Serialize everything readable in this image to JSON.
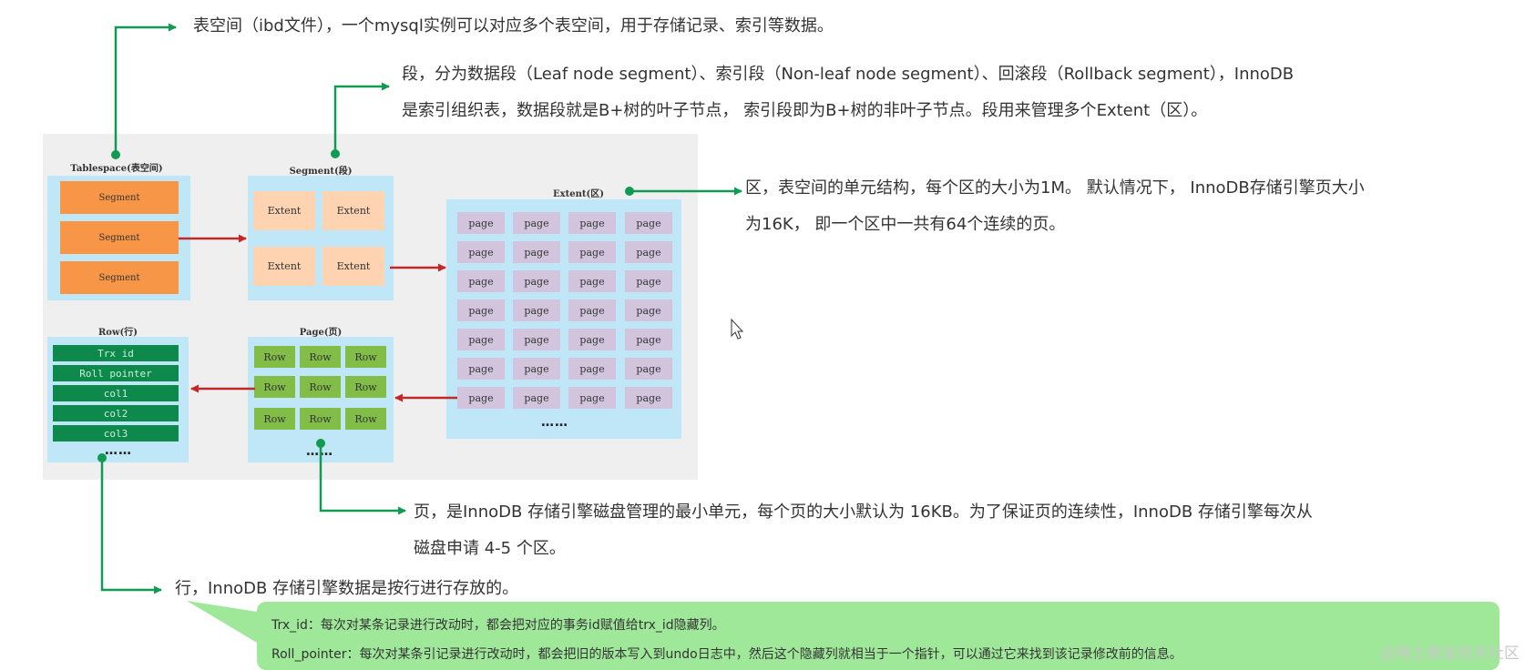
{
  "diagram": {
    "tablespace": {
      "title": "Tablespace(表空间)",
      "segments": [
        "Segment",
        "Segment",
        "Segment"
      ]
    },
    "segment": {
      "title": "Segment(段)",
      "extents": [
        "Extent",
        "Extent",
        "Extent",
        "Extent"
      ]
    },
    "extent": {
      "title": "Extent(区)",
      "page_label": "page",
      "dots": "……"
    },
    "page": {
      "title": "Page(页)",
      "row_label": "Row",
      "dots": "……"
    },
    "row": {
      "title": "Row(行)",
      "fields": [
        "Trx id",
        "Roll pointer",
        "col1",
        "col2",
        "col3"
      ],
      "dots": "……"
    }
  },
  "annotations": {
    "tablespace": "表空间（ibd文件），一个mysql实例可以对应多个表空间，用于存储记录、索引等数据。",
    "segment_line1": "段，分为数据段（Leaf node segment）、索引段（Non-leaf node segment）、回滚段（Rollback segment），InnoDB",
    "segment_line2": "是索引组织表，数据段就是B+树的叶子节点， 索引段即为B+树的非叶子节点。段用来管理多个Extent（区）。",
    "extent_line1": "区，表空间的单元结构，每个区的大小为1M。 默认情况下， InnoDB存储引擎页大小",
    "extent_line2": "为16K， 即一个区中一共有64个连续的页。",
    "page_line1": "页，是InnoDB 存储引擎磁盘管理的最小单元，每个页的大小默认为 16KB。为了保证页的连续性，InnoDB 存储引擎每次从",
    "page_line2": "磁盘申请 4-5 个区。",
    "row": "行，InnoDB 存储引擎数据是按行进行存放的。"
  },
  "callout": {
    "line1": "Trx_id：每次对某条记录进行改动时，都会把对应的事务id赋值给trx_id隐藏列。",
    "line2": "Roll_pointer：每次对某条引记录进行改动时，都会把旧的版本写入到undo日志中，然后这个隐藏列就相当于一个指针，可以通过它来找到该记录修改前的信息。"
  },
  "watermark": "@稀土掘金技术社区",
  "colors": {
    "panel": "#efefef",
    "container": "#bfe7f8",
    "segment": "#f79646",
    "extent": "#fdd3b1",
    "page": "#d2c4dd",
    "page_row": "#82bd48",
    "row_field": "#0d8a4b",
    "flow_arrow": "#c0282a",
    "callout_arrow": "#109a52",
    "callout_bg": "#9fe89a"
  }
}
